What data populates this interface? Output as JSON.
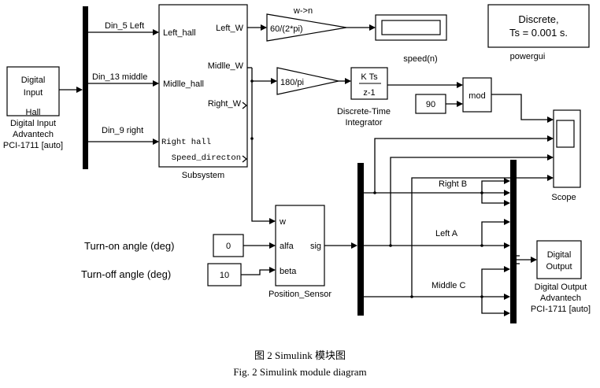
{
  "blocks": {
    "digital_input": {
      "text": [
        "Digital",
        "Input"
      ],
      "caption": [
        "Hall",
        "Digital Input",
        "Advantech",
        "PCI-1711 [auto]"
      ]
    },
    "subsystem": {
      "name": "Subsystem",
      "in_ports": [
        "Left_hall",
        "Midlle_hall",
        "Right hall"
      ],
      "out_ports": [
        "Left_W",
        "Midlle_W",
        "Right_W",
        "Speed_directon"
      ]
    },
    "gain1": {
      "top": "w->n",
      "text": "60/(2*pi)"
    },
    "display": {
      "caption": "speed(n)"
    },
    "powergui": {
      "text": [
        "Discrete,",
        "Ts = 0.001 s."
      ],
      "caption": "powergui"
    },
    "gain2": {
      "text": "180/pi"
    },
    "integrator": {
      "num": "K Ts",
      "den": "z-1",
      "caption": [
        "Discrete-Time",
        "Integrator"
      ]
    },
    "mod": {
      "text": "mod"
    },
    "const90": {
      "text": "90"
    },
    "scope": {
      "caption": "Scope"
    },
    "position_sensor": {
      "name": "Position_Sensor",
      "in_ports": [
        "w",
        "alfa",
        "beta"
      ],
      "out_port": "sig"
    },
    "const0": {
      "text": "0"
    },
    "const10": {
      "text": "10"
    },
    "digital_output": {
      "text": [
        "Digital",
        "Output"
      ],
      "caption": [
        "Digital Output",
        "Advantech",
        "PCI-1711 [auto]"
      ]
    }
  },
  "signals": {
    "din5": "Din_5 Left",
    "din13": "Din_13 middle",
    "din9": "Din_9 right",
    "right_b": "Right  B",
    "left_a": "Left  A",
    "middle_c": "Middle  C"
  },
  "annotations": {
    "turn_on": "Turn-on angle (deg)",
    "turn_off": "Turn-off angle (deg)"
  },
  "figure": {
    "caption_cn": "图 2   Simulink 模块图",
    "caption_en": "Fig. 2   Simulink module diagram"
  }
}
